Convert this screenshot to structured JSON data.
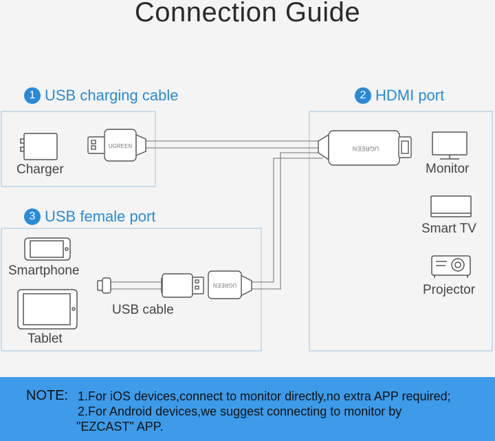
{
  "title": "Connection Guide",
  "sections": [
    {
      "number": "1",
      "label": "USB charging cable"
    },
    {
      "number": "2",
      "label": "HDMI port"
    },
    {
      "number": "3",
      "label": "USB female port"
    }
  ],
  "devices": {
    "charger": "Charger",
    "monitor": "Monitor",
    "smart_tv": "Smart TV",
    "projector": "Projector",
    "smartphone": "Smartphone",
    "tablet": "Tablet",
    "usb_cable": "USB cable"
  },
  "brand_marks": {
    "usb_plug": "UGREEN",
    "hdmi_plug": "UGREEN",
    "usb_female": "UGREEN"
  },
  "note": {
    "label": "NOTE:",
    "lines": [
      "1.For iOS devices,connect to monitor directly,no extra APP required;",
      "2.For Android devices,we suggest connecting to monitor by",
      "\"EZCAST\" APP."
    ]
  },
  "colors": {
    "accent": "#2a8ad6",
    "note_bg": "#3d9be9",
    "box_border": "#a9cbe6"
  }
}
